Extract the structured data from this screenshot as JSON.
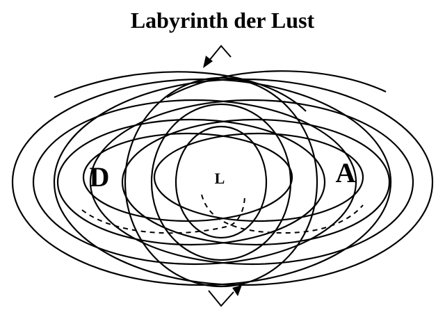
{
  "title": "Labyrinth der Lust",
  "labels": {
    "left": "D",
    "center": "L",
    "right": "A"
  },
  "colors": {
    "line": "#000000",
    "background": "#ffffff"
  }
}
